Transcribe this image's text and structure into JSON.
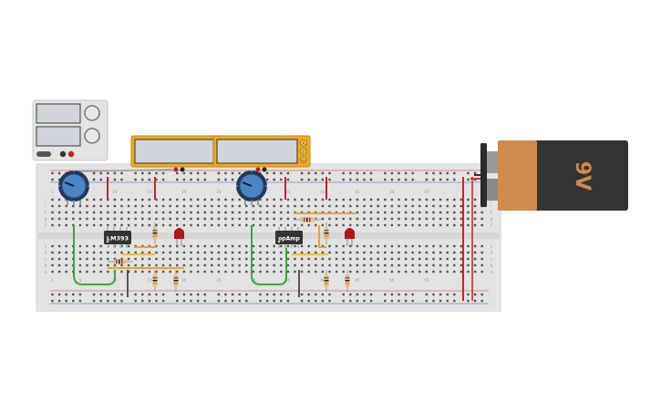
{
  "chips": {
    "left_label": "LM393",
    "right_label": "opAmp"
  },
  "battery": {
    "label": "9V",
    "body_color": "#333333",
    "label_color": "#d08a4e"
  },
  "multimeter_buttons": [
    "A",
    "V",
    "Ω"
  ],
  "breadboard": {
    "column_numbers": [
      "1",
      "5",
      "10",
      "15",
      "20",
      "25",
      "30",
      "35",
      "40",
      "45",
      "50",
      "55"
    ],
    "row_letters_top": [
      "j",
      "i",
      "h",
      "g",
      "f"
    ],
    "row_letters_bottom": [
      "e",
      "d",
      "c",
      "b",
      "a"
    ]
  },
  "colors": {
    "supply_body": "#e4e4e4",
    "meter_frame": "#f0a81e",
    "lcd": "#cfd5da",
    "pot": "#4a86c6",
    "led": "#b01818",
    "wire_red": "#d32020",
    "wire_green": "#3aa83a",
    "wire_orange": "#f0a030",
    "wire_yellow": "#f2c232"
  }
}
